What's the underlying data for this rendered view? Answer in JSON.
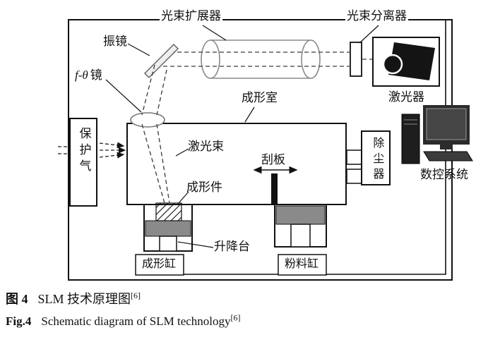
{
  "figure": {
    "labels": {
      "beam_expander": "光束扩展器",
      "beam_splitter": "光束分离器",
      "galvo_mirror": "振镜",
      "f_theta_prefix": "f-θ",
      "f_theta_suffix": "镜",
      "forming_chamber": "成形室",
      "laser_device": "激光器",
      "protective_gas": "保护气",
      "laser_beam": "激光束",
      "scraper": "刮板",
      "dust_collector": "除尘器",
      "cnc_system": "数控系统",
      "formed_part": "成形件",
      "lifting_platform": "升降台",
      "forming_cylinder": "成形缸",
      "powder_cylinder": "粉料缸"
    },
    "caption": {
      "zh_label": "图 4",
      "zh_title": "SLM 技术原理图",
      "zh_ref": "[6]",
      "en_label": "Fig.4",
      "en_title": "Schematic diagram of SLM technology",
      "en_ref": "[6]"
    },
    "colors": {
      "line": "#111111",
      "gray_fill": "#8a8a8a",
      "laser_body": "#141414"
    }
  }
}
